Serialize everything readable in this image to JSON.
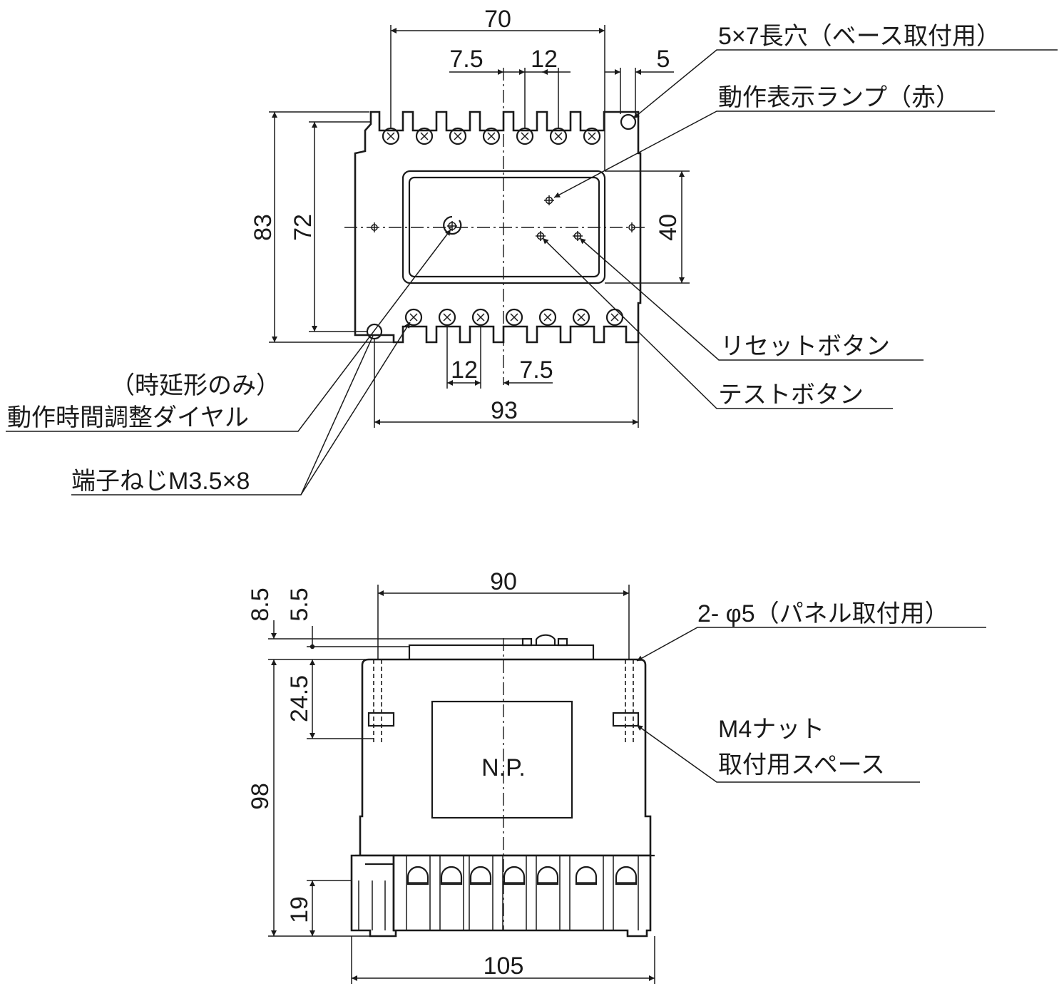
{
  "colors": {
    "ink": "#1a1a1a",
    "paper": "#ffffff"
  },
  "front_view": {
    "dimensions": {
      "overall_width": "70",
      "top_left_pitch": "7.5",
      "top_right_pitch": "12",
      "slot_offset": "5",
      "height_overall": "83",
      "height_mount": "72",
      "window_height": "40",
      "bottom_pitch_left": "12",
      "bottom_pitch_right": "7.5",
      "base_width": "93"
    },
    "labels": {
      "mount_slot": "5×7長穴（ベース取付用）",
      "indicator_lamp": "動作表示ランプ（赤）",
      "reset_button": "リセットボタン",
      "test_button": "テストボタン",
      "dial_note": "（時延形のみ）",
      "dial": "動作時間調整ダイヤル",
      "terminal_screw": "端子ねじM3.5×8"
    }
  },
  "side_view": {
    "dimensions": {
      "width_top": "90",
      "depth_a": "8.5",
      "depth_b": "5.5",
      "hole_offset": "24.5",
      "height_overall": "98",
      "terminal_height": "19",
      "base_width": "105"
    },
    "labels": {
      "panel_holes": "2- φ5（パネル取付用）",
      "nut_space_line1": "M4ナット",
      "nut_space_line2": "取付用スペース",
      "nameplate": "N.P."
    }
  }
}
